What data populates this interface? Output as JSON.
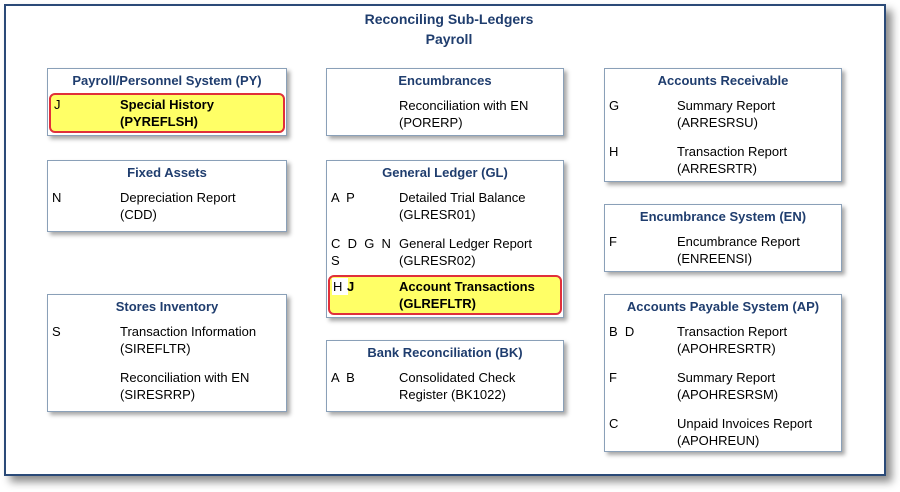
{
  "title": "Reconciling Sub-Ledgers",
  "subtitle": "Payroll",
  "boxes": {
    "payroll": {
      "title": "Payroll/Personnel System (PY)",
      "rows": [
        {
          "codes": "J",
          "desc": "Special History",
          "desc2": "(PYREFLSH)"
        }
      ]
    },
    "fixed": {
      "title": "Fixed Assets",
      "rows": [
        {
          "codes": "N",
          "desc": "Depreciation Report",
          "desc2": "(CDD)"
        }
      ]
    },
    "stores": {
      "title": "Stores Inventory",
      "rows": [
        {
          "codes": "S",
          "desc": "Transaction Information",
          "desc2": "(SIREFLTR)"
        },
        {
          "codes": "",
          "desc": "Reconciliation with EN",
          "desc2": "(SIRESRRP)"
        }
      ]
    },
    "encumbrances": {
      "title": "Encumbrances",
      "rows": [
        {
          "codes": "",
          "desc": "Reconciliation with EN",
          "desc2": "(PORERP)"
        }
      ]
    },
    "gl": {
      "title": "General Ledger (GL)",
      "rows": [
        {
          "codes": "A  P",
          "desc": "Detailed Trial Balance",
          "desc2": "(GLRESR01)"
        },
        {
          "codes": "C  D  G  N",
          "codes2": "S",
          "desc": "General Ledger Report",
          "desc2": "(GLRESR02)"
        },
        {
          "codes": "H",
          "codes_hl": "J",
          "desc": "Account Transactions",
          "desc2": "(GLREFLTR)"
        }
      ]
    },
    "bank": {
      "title": "Bank Reconciliation (BK)",
      "rows": [
        {
          "codes": "A  B",
          "desc": "Consolidated Check",
          "desc2": "Register (BK1022)"
        }
      ]
    },
    "ar": {
      "title": "Accounts Receivable",
      "rows": [
        {
          "codes": "G",
          "desc": "Summary Report",
          "desc2": "(ARRESRSU)"
        },
        {
          "codes": "H",
          "desc": "Transaction Report",
          "desc2": "(ARRESRTR)"
        }
      ]
    },
    "ens": {
      "title": "Encumbrance System (EN)",
      "rows": [
        {
          "codes": "F",
          "desc": "Encumbrance Report",
          "desc2": "(ENREENSI)"
        }
      ]
    },
    "ap": {
      "title": "Accounts Payable System (AP)",
      "rows": [
        {
          "codes": "B  D",
          "desc": "Transaction Report",
          "desc2": "(APOHRESRTR)"
        },
        {
          "codes": "F",
          "desc": "Summary Report",
          "desc2": "(APOHRESRSM)"
        },
        {
          "codes": "C",
          "desc": "Unpaid Invoices Report",
          "desc2": "(APOHREUN)"
        }
      ]
    }
  },
  "colors": {
    "title": "#1f3d6e",
    "highlight_fill": "#ffff66",
    "highlight_border": "#e0303a",
    "frame": "#2b4a78"
  }
}
